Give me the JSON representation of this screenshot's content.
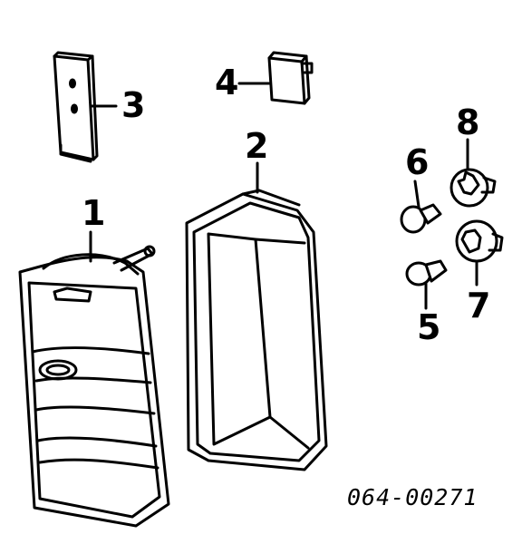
{
  "diagram": {
    "callouts": {
      "c1": "1",
      "c2": "2",
      "c3": "3",
      "c4": "4",
      "c5": "5",
      "c6": "6",
      "c7": "7",
      "c8": "8"
    },
    "part_number": "064-00271"
  }
}
